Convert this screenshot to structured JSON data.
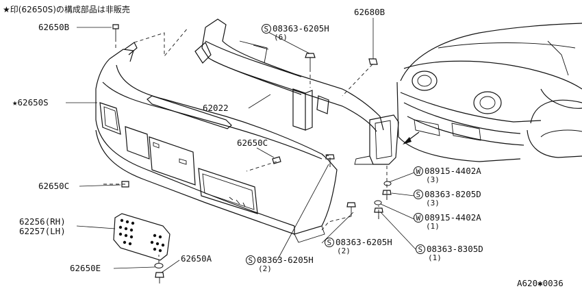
{
  "header_note": "★印(62650S)の構成部品は非販売",
  "figure_code": "A620✱0036",
  "parts": {
    "p62650B": "62650B",
    "p62650S": "★62650S",
    "p62650C_upper": "62650C",
    "p62650C_lower": "62650C",
    "p62256": "62256(RH)",
    "p62257": "62257(LH)",
    "p62650E": "62650E",
    "p62650A": "62650A",
    "p62022": "62022",
    "p62680B": "62680B"
  },
  "fasteners": {
    "f1": {
      "symbol": "S",
      "code": "08363-6205H",
      "qty": "(6)"
    },
    "f2": {
      "symbol": "W",
      "code": "08915-4402A",
      "qty": "(3)"
    },
    "f3": {
      "symbol": "S",
      "code": "08363-8205D",
      "qty": "(3)"
    },
    "f4": {
      "symbol": "W",
      "code": "08915-4402A",
      "qty": "(1)"
    },
    "f5": {
      "symbol": "S",
      "code": "08363-6205H",
      "qty": "(2)"
    },
    "f6": {
      "symbol": "S",
      "code": "08363-8305D",
      "qty": "(1)"
    },
    "f7": {
      "symbol": "S",
      "code": "08363-6205H",
      "qty": "(2)"
    }
  }
}
